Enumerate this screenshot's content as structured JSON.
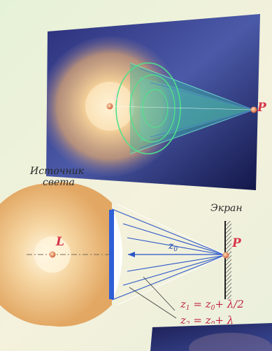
{
  "labels": {
    "source": "L",
    "source_lower": "L",
    "observer": "P",
    "observer_lower": "P",
    "light_source_line1": "Источник",
    "light_source_line2": "света",
    "screen": "Экран"
  },
  "distance_label": {
    "symbol": "z",
    "sub": "0"
  },
  "formulas": [
    {
      "symbol": "z",
      "sub1": "1",
      "eq": " = ",
      "base": "z",
      "sub2": "0",
      "term": "+ λ/2"
    },
    {
      "symbol": "z",
      "sub1": "2",
      "eq": " = ",
      "base": "z",
      "sub2": "0",
      "term": "+ λ"
    }
  ],
  "colors": {
    "background": "#eaf2dc",
    "panel_dark": "#1b1f63",
    "light_glow": "#f1c98a",
    "zone_rings": "#4fe08a",
    "ray_lines": "#2a55c8",
    "accent_red": "#d8354a"
  }
}
